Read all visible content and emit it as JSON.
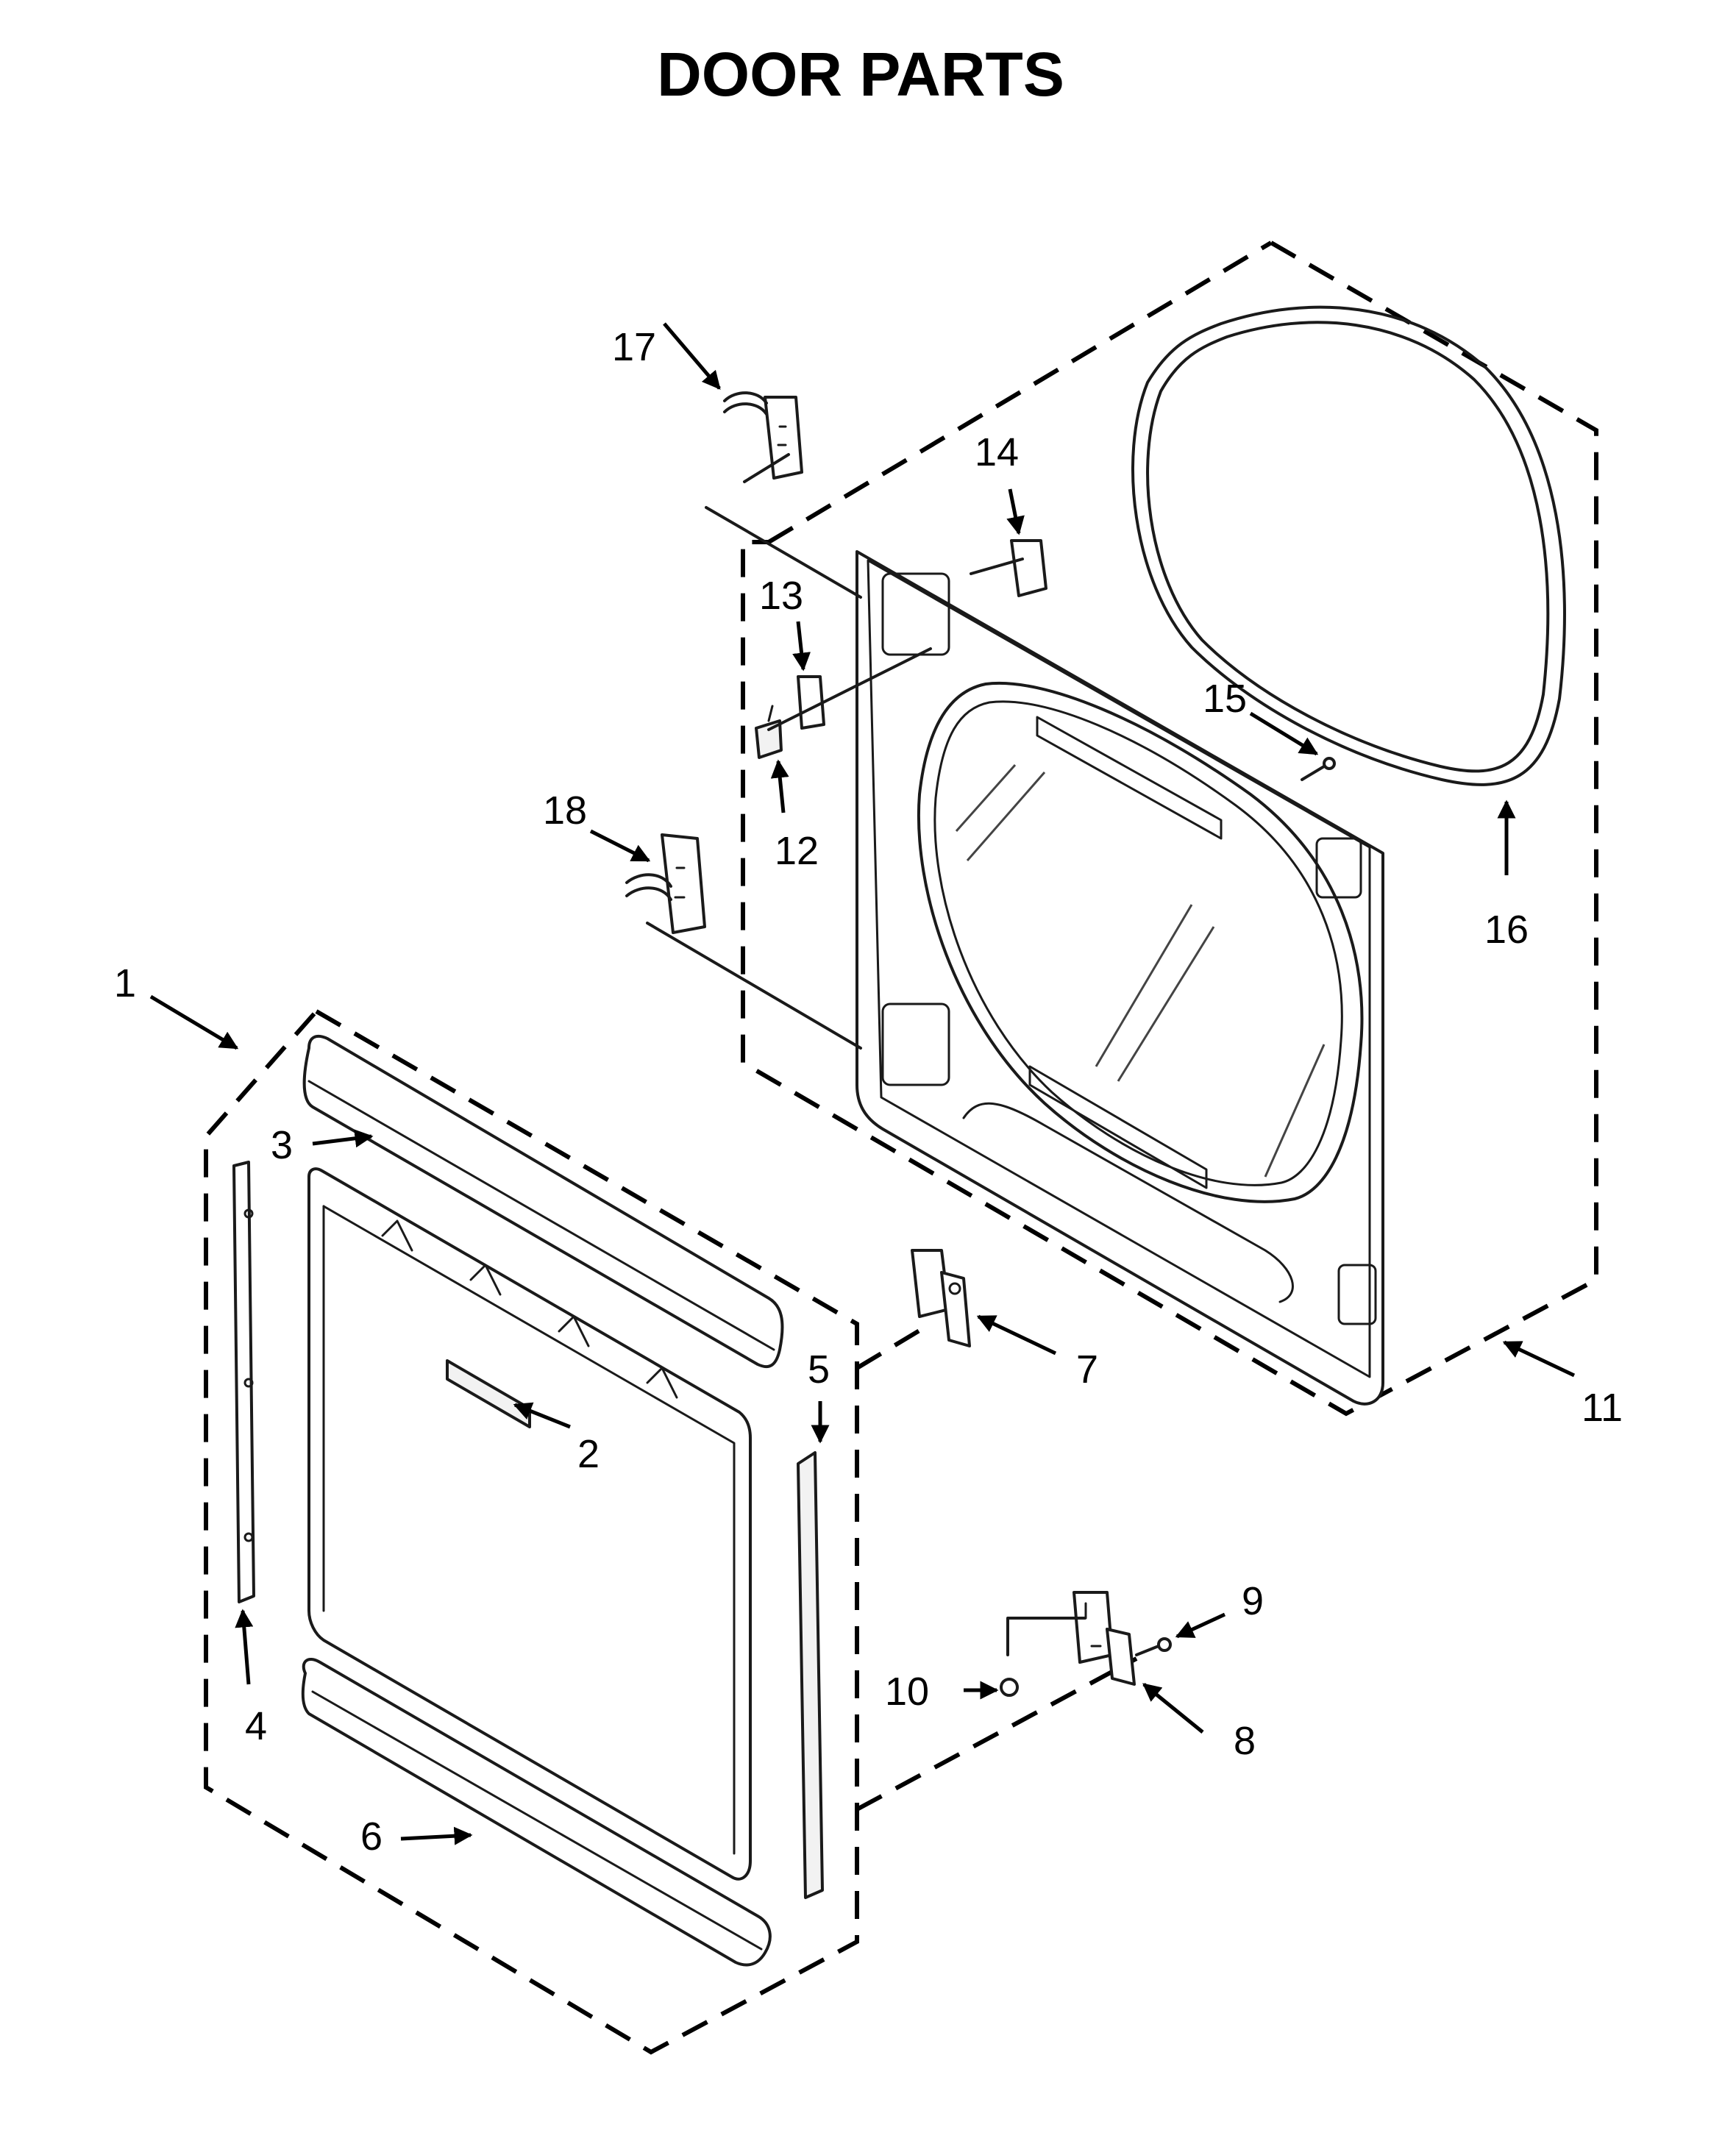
{
  "title": "DOOR PARTS",
  "callouts": [
    {
      "id": "c1",
      "label": "1"
    },
    {
      "id": "c2",
      "label": "2"
    },
    {
      "id": "c3",
      "label": "3"
    },
    {
      "id": "c4",
      "label": "4"
    },
    {
      "id": "c5",
      "label": "5"
    },
    {
      "id": "c6",
      "label": "6"
    },
    {
      "id": "c7",
      "label": "7"
    },
    {
      "id": "c8",
      "label": "8"
    },
    {
      "id": "c9",
      "label": "9"
    },
    {
      "id": "c10",
      "label": "10"
    },
    {
      "id": "c11",
      "label": "11"
    },
    {
      "id": "c12",
      "label": "12"
    },
    {
      "id": "c13",
      "label": "13"
    },
    {
      "id": "c14",
      "label": "14"
    },
    {
      "id": "c15",
      "label": "15"
    },
    {
      "id": "c16",
      "label": "16"
    },
    {
      "id": "c17",
      "label": "17"
    },
    {
      "id": "c18",
      "label": "18"
    }
  ]
}
